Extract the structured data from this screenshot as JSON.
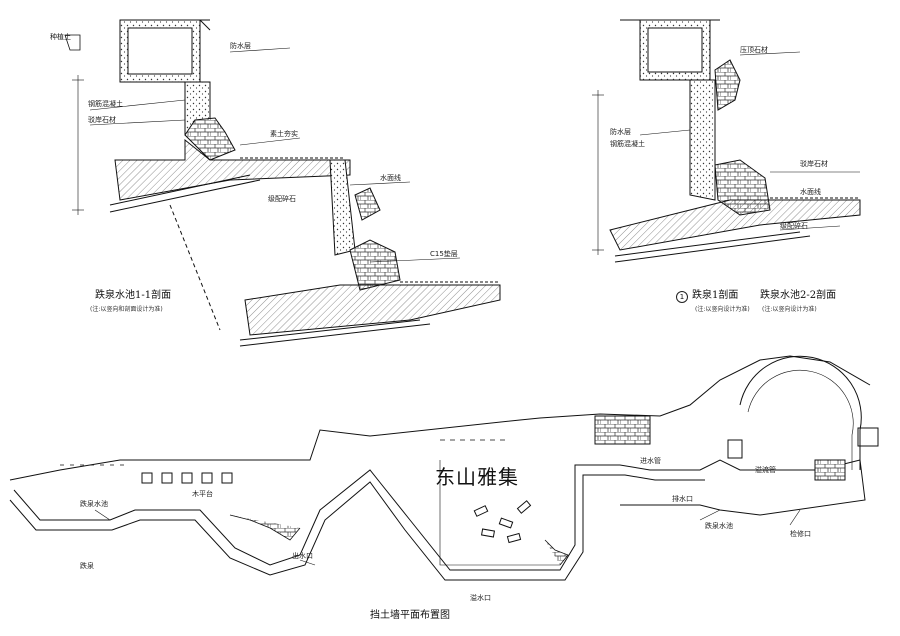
{
  "place_name": "东山雅集",
  "section_a": {
    "title": "跌泉水池1-1剖面",
    "note": "(注:以竖向和剖面设计为准)",
    "labels": [
      "种植土",
      "防水层",
      "钢筋混凝土",
      "驳岸石材",
      "素土夯实",
      "水面线",
      "级配碎石",
      "C15垫层"
    ]
  },
  "section_b": {
    "marker": "1",
    "title": "跌泉1剖面",
    "title2": "跌泉水池2-2剖面",
    "note": "(注:以竖向设计为准)",
    "note2": "(注:以竖向设计为准)",
    "labels": [
      "压顶石材",
      "防水层",
      "钢筋混凝土",
      "驳岸石材",
      "水面线",
      "级配碎石"
    ]
  },
  "plan": {
    "title": "挡土墙平面布置图",
    "labels": [
      "跌泉水池",
      "木平台",
      "跌泉",
      "出水口",
      "溢水口",
      "进水管",
      "跌泉水池",
      "排水口",
      "溢流管",
      "检修口"
    ]
  },
  "colors": {
    "line": "#111111",
    "hatch": "#444444"
  }
}
